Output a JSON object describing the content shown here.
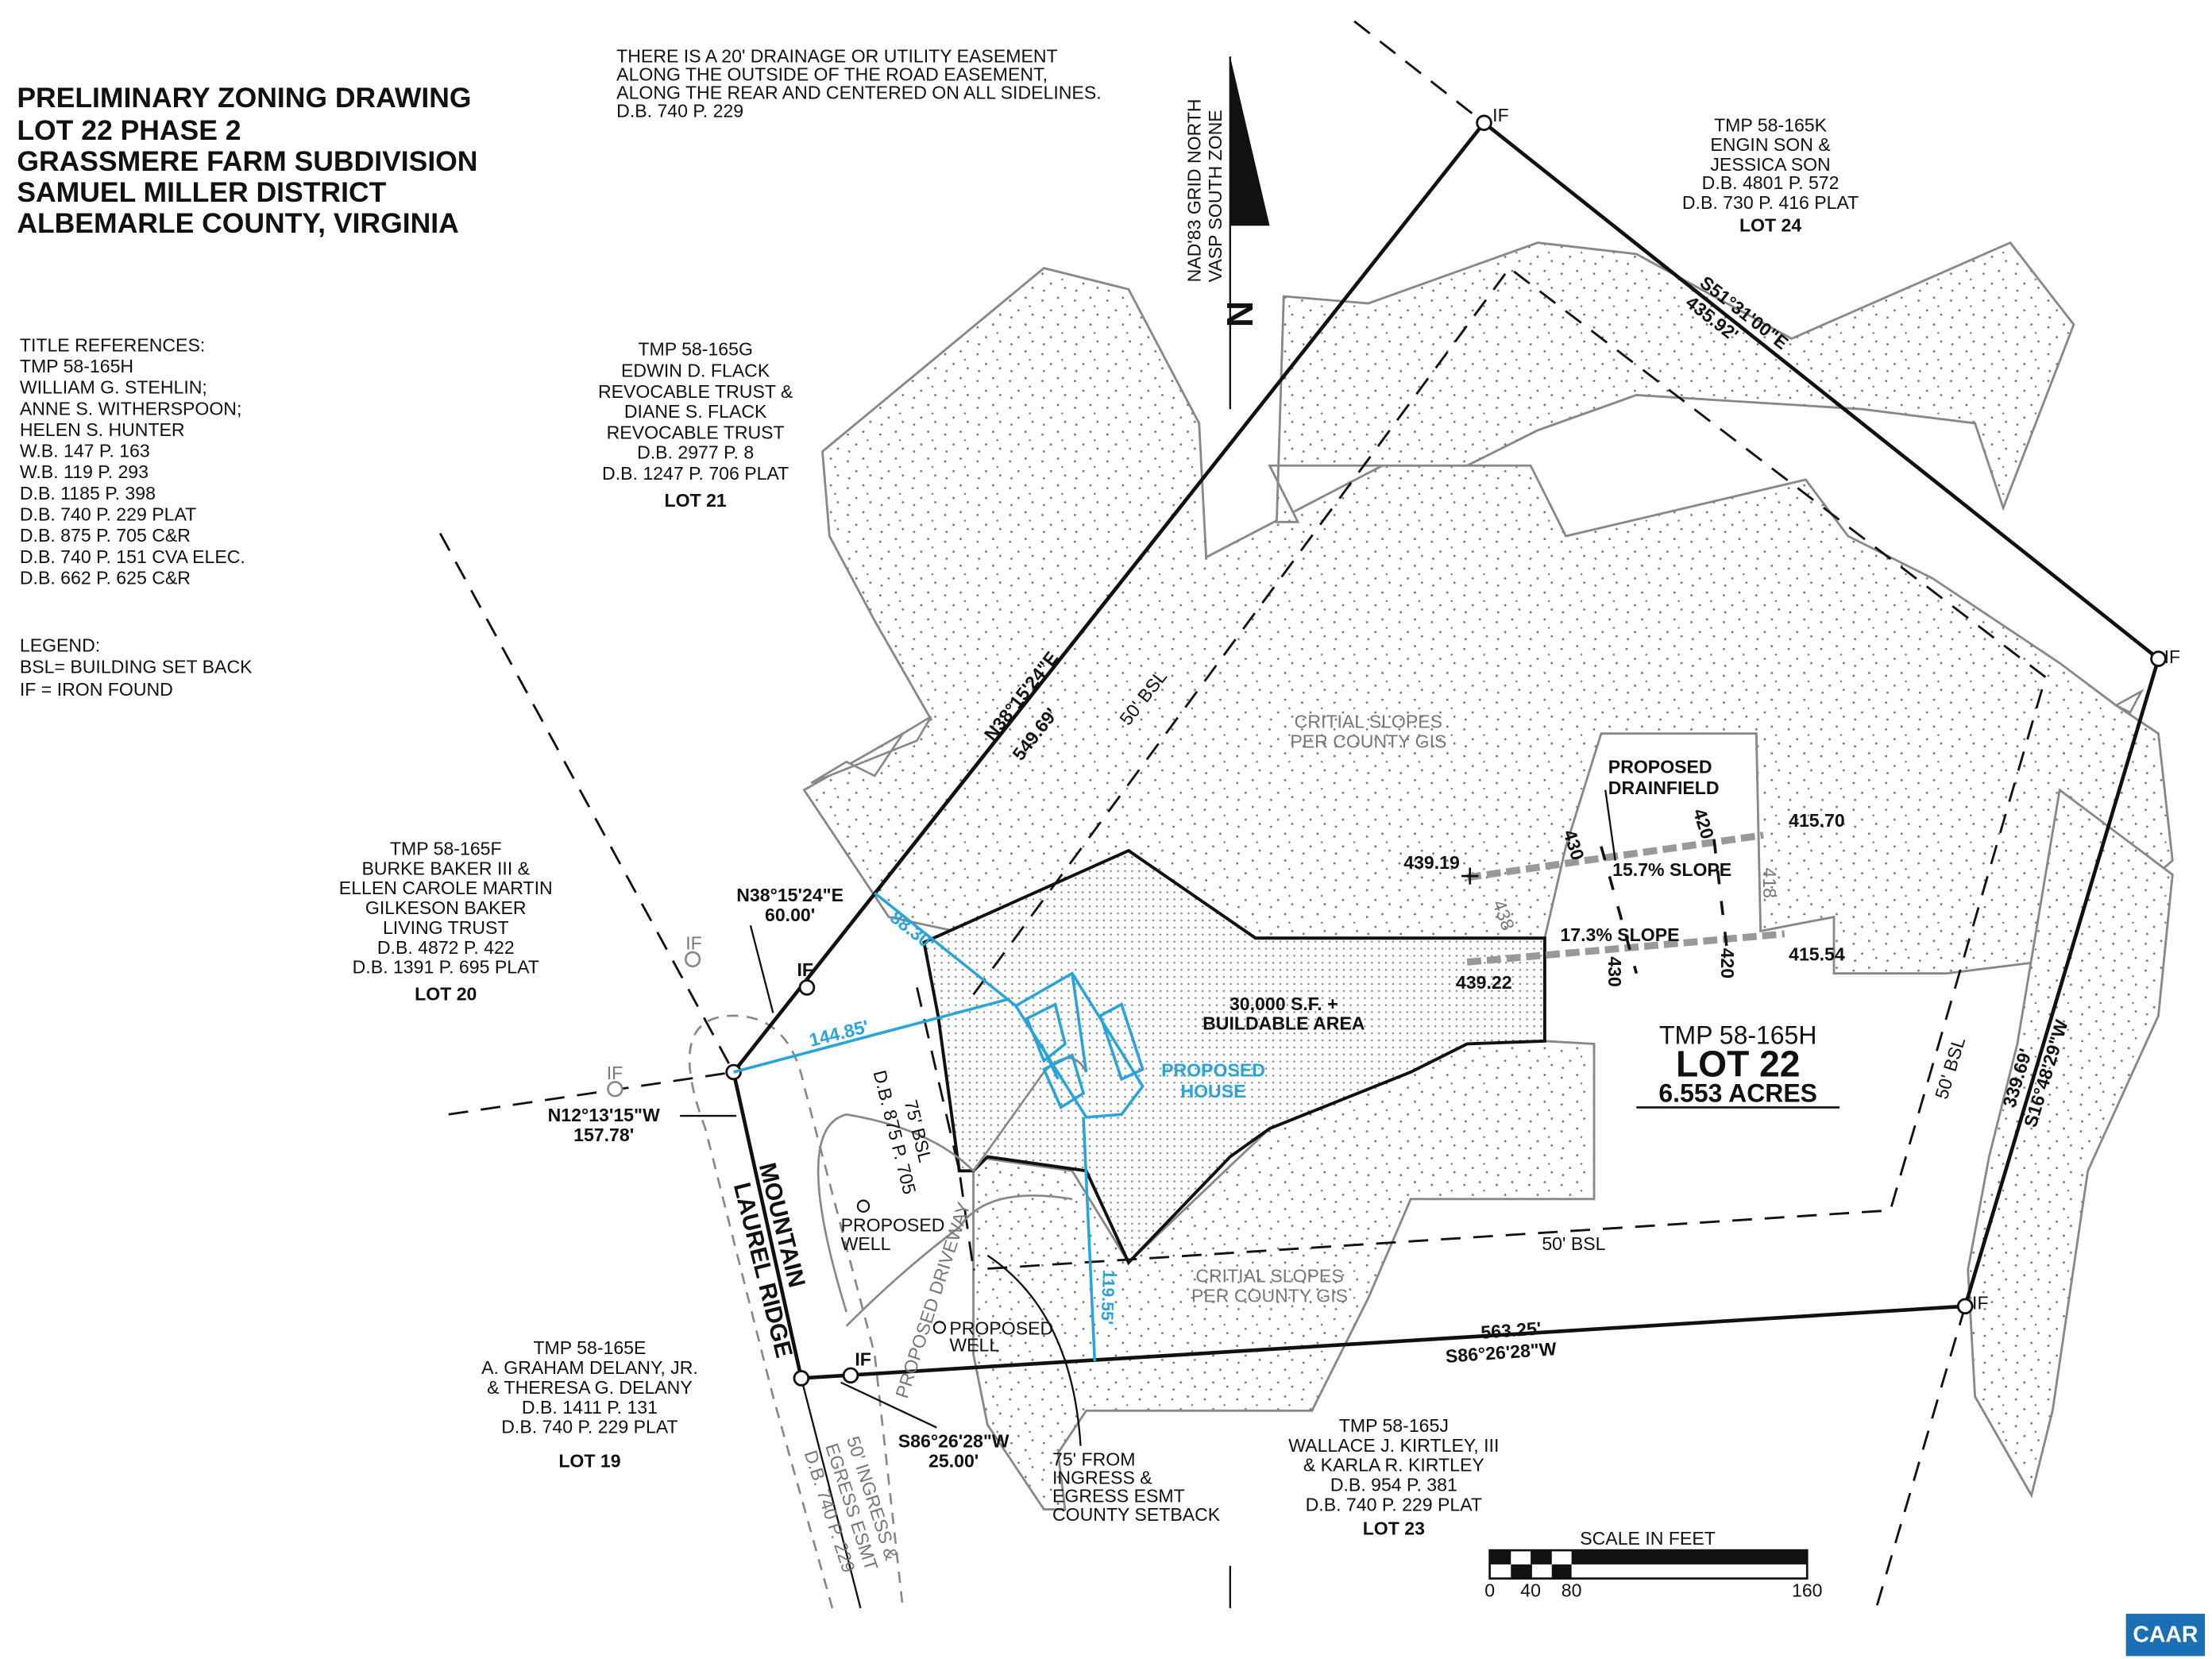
{
  "title": {
    "lines": [
      "PRELIMINARY ZONING DRAWING",
      "LOT 22 PHASE 2",
      "GRASSMERE FARM SUBDIVISION",
      "SAMUEL MILLER DISTRICT",
      "ALBEMARLE COUNTY, VIRGINIA"
    ]
  },
  "easement_note": {
    "lines": [
      "THERE IS A 20' DRAINAGE OR UTILITY EASEMENT",
      "ALONG THE OUTSIDE OF THE ROAD EASEMENT,",
      "ALONG THE REAR AND CENTERED ON ALL SIDELINES.",
      "D.B. 740 P. 229"
    ]
  },
  "north_arrow": {
    "line1": "NAD'83 GRID NORTH",
    "line2": "VASP SOUTH ZONE",
    "letter": "N"
  },
  "title_references": {
    "heading": "TITLE REFERENCES:",
    "items": [
      "TMP 58-165H",
      "WILLIAM G. STEHLIN;",
      "ANNE S. WITHERSPOON;",
      "HELEN S. HUNTER",
      "W.B. 147 P. 163",
      "W.B. 119 P. 293",
      "D.B. 1185 P. 398",
      "D.B. 740 P. 229 PLAT",
      "D.B. 875 P. 705 C&R",
      "D.B. 740 P. 151 CVA ELEC.",
      "D.B. 662 P. 625 C&R"
    ]
  },
  "legend": {
    "heading": "LEGEND:",
    "items": [
      "BSL= BUILDING SET BACK",
      "IF = IRON FOUND"
    ]
  },
  "adjoiners": {
    "lot21": {
      "lines": [
        "TMP 58-165G",
        "EDWIN D. FLACK",
        "REVOCABLE TRUST &",
        "DIANE S. FLACK",
        "REVOCABLE TRUST",
        "D.B. 2977 P. 8",
        "D.B. 1247 P. 706 PLAT"
      ],
      "lot": "LOT 21"
    },
    "lot24": {
      "lines": [
        "TMP 58-165K",
        "ENGIN SON &",
        "JESSICA SON",
        "D.B. 4801 P. 572",
        "D.B. 730 P. 416 PLAT"
      ],
      "lot": "LOT 24"
    },
    "lot20": {
      "lines": [
        "TMP 58-165F",
        "BURKE BAKER III &",
        "ELLEN CAROLE MARTIN",
        "GILKESON BAKER",
        "LIVING TRUST",
        "D.B. 4872 P. 422",
        "D.B. 1391 P. 695 PLAT"
      ],
      "lot": "LOT 20"
    },
    "lot19": {
      "lines": [
        "TMP 58-165E",
        "A. GRAHAM DELANY, JR.",
        "& THERESA G. DELANY",
        "D.B. 1411 P. 131",
        "D.B. 740 P. 229 PLAT"
      ],
      "lot": "LOT 19"
    },
    "lot23": {
      "lines": [
        "TMP 58-165J",
        "WALLACE J. KIRTLEY, III",
        "& KARLA R. KIRTLEY",
        "D.B. 954 P. 381",
        "D.B. 740 P. 229 PLAT"
      ],
      "lot": "LOT 23"
    }
  },
  "subject": {
    "tmp": "TMP 58-165H",
    "lot": "LOT 22",
    "acres": "6.553 ACRES"
  },
  "bearings": {
    "nw_line": {
      "bearing": "N38°15'24\"E",
      "distance": "549.69'"
    },
    "ne_line": {
      "bearing": "S51°31'00\"E",
      "distance": "435.92'"
    },
    "e_line": {
      "bearing": "S16°48'29\"W",
      "distance": "339.69'"
    },
    "s_line": {
      "bearing": "S86°26'28\"W",
      "distance": "563.25'"
    },
    "front_short": {
      "bearing": "N38°15'24\"E",
      "distance": "60.00'"
    },
    "road": {
      "bearing": "N12°13'15\"W",
      "distance": "157.78'"
    },
    "s_short": {
      "bearing": "S86°26'28\"W",
      "distance": "25.00'"
    }
  },
  "markers": {
    "iron_found": "IF"
  },
  "labels": {
    "bsl_50": "50' BSL",
    "bsl_75": "75' BSL",
    "db_875": "D.B. 875 P. 705",
    "critical_slopes": [
      "CRITIAL SLOPES",
      "PER COUNTY GIS"
    ],
    "buildable": [
      "30,000 S.F. +",
      "BUILDABLE AREA"
    ],
    "house": [
      "PROPOSED",
      "HOUSE"
    ],
    "well": [
      "PROPOSED",
      "WELL"
    ],
    "driveway": "PROPOSED DRIVEWAY",
    "road_name": [
      "MOUNTAIN",
      "LAUREL RIDGE"
    ],
    "ingress": [
      "50' INGRESS &",
      "EGRESS ESMT",
      "D.B. 740 P. 229"
    ],
    "setback_note": [
      "75' FROM",
      "INGRESS &",
      "EGRESS ESMT",
      "COUNTY SETBACK"
    ]
  },
  "dimensions": {
    "d1": "88.30'",
    "d2": "144.85'",
    "d3": "119.55'"
  },
  "drainfield": {
    "label": [
      "PROPOSED",
      "DRAINFIELD"
    ],
    "slope1": "15.7% SLOPE",
    "slope2": "17.3% SLOPE",
    "elev": [
      "439.19",
      "439.22",
      "415.70",
      "415.54"
    ],
    "contours": [
      "430",
      "420",
      "430",
      "420",
      "438",
      "418"
    ]
  },
  "scale": {
    "title": "SCALE IN FEET",
    "ticks": [
      "0",
      "40",
      "80",
      "160"
    ]
  },
  "logo": {
    "text": "CAAR"
  },
  "colors": {
    "proposed": "#29a3dc",
    "slopes": "#888888",
    "boundary": "#111111",
    "logo": "#1b6fb5"
  }
}
